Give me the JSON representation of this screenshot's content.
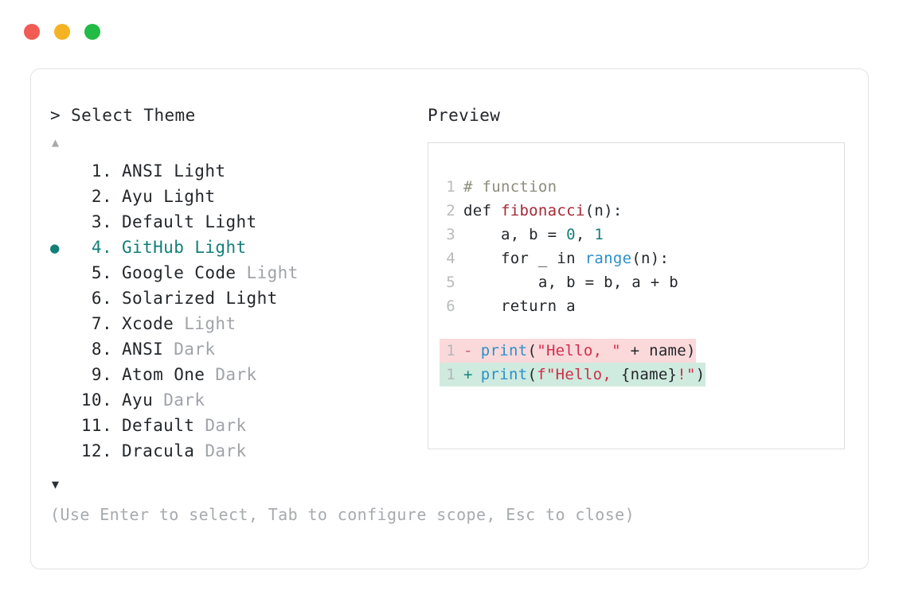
{
  "window": {
    "dots": [
      {
        "name": "close",
        "color": "#f25c54"
      },
      {
        "name": "minimize",
        "color": "#f5b223"
      },
      {
        "name": "maximize",
        "color": "#22bb45"
      }
    ]
  },
  "selector": {
    "prompt_caret": ">",
    "prompt_label": "Select Theme",
    "scroll_up_glyph": "▲",
    "scroll_down_glyph": "▼",
    "selected_bullet": "●",
    "selected_index": 4,
    "items": [
      {
        "index": "1.",
        "name": "ANSI",
        "variant": "Light",
        "variant_dim": false
      },
      {
        "index": "2.",
        "name": "Ayu",
        "variant": "Light",
        "variant_dim": false
      },
      {
        "index": "3.",
        "name": "Default",
        "variant": "Light",
        "variant_dim": false
      },
      {
        "index": "4.",
        "name": "GitHub",
        "variant": "Light",
        "variant_dim": false
      },
      {
        "index": "5.",
        "name": "Google Code",
        "variant": "Light",
        "variant_dim": true
      },
      {
        "index": "6.",
        "name": "Solarized",
        "variant": "Light",
        "variant_dim": false
      },
      {
        "index": "7.",
        "name": "Xcode",
        "variant": "Light",
        "variant_dim": true
      },
      {
        "index": "8.",
        "name": "ANSI",
        "variant": "Dark",
        "variant_dim": true
      },
      {
        "index": "9.",
        "name": "Atom One",
        "variant": "Dark",
        "variant_dim": true
      },
      {
        "index": "10.",
        "name": "Ayu",
        "variant": "Dark",
        "variant_dim": true
      },
      {
        "index": "11.",
        "name": "Default",
        "variant": "Dark",
        "variant_dim": true
      },
      {
        "index": "12.",
        "name": "Dracula",
        "variant": "Dark",
        "variant_dim": true
      }
    ],
    "hint": "(Use Enter to select, Tab to configure scope, Esc to close)"
  },
  "preview": {
    "title": "Preview",
    "code_lines": [
      {
        "number": "1",
        "tokens": [
          {
            "text": "# function",
            "type": "comment"
          }
        ]
      },
      {
        "number": "2",
        "tokens": [
          {
            "text": "def ",
            "type": "plain"
          },
          {
            "text": "fibonacci",
            "type": "func"
          },
          {
            "text": "(n):",
            "type": "plain"
          }
        ]
      },
      {
        "number": "3",
        "tokens": [
          {
            "text": "    a, b = ",
            "type": "plain"
          },
          {
            "text": "0",
            "type": "num"
          },
          {
            "text": ", ",
            "type": "plain"
          },
          {
            "text": "1",
            "type": "num"
          }
        ]
      },
      {
        "number": "4",
        "tokens": [
          {
            "text": "    for _ in ",
            "type": "plain"
          },
          {
            "text": "range",
            "type": "builtin"
          },
          {
            "text": "(n):",
            "type": "plain"
          }
        ]
      },
      {
        "number": "5",
        "tokens": [
          {
            "text": "        a, b = b, a + b",
            "type": "plain"
          }
        ]
      },
      {
        "number": "6",
        "tokens": [
          {
            "text": "    return a",
            "type": "plain"
          }
        ]
      }
    ],
    "diff_lines": [
      {
        "number": "1",
        "marker": "-",
        "kind": "remove",
        "tokens": [
          {
            "text": "print",
            "type": "builtin"
          },
          {
            "text": "(",
            "type": "plain"
          },
          {
            "text": "\"Hello, \"",
            "type": "string"
          },
          {
            "text": " + name)",
            "type": "plain"
          }
        ]
      },
      {
        "number": "1",
        "marker": "+",
        "kind": "add",
        "tokens": [
          {
            "text": "print",
            "type": "builtin"
          },
          {
            "text": "(",
            "type": "plain"
          },
          {
            "text": "f\"Hello, ",
            "type": "string"
          },
          {
            "text": "{name}",
            "type": "plain"
          },
          {
            "text": "!\"",
            "type": "string"
          },
          {
            "text": ")",
            "type": "plain"
          }
        ]
      }
    ]
  },
  "colors": {
    "accent": "#127f78",
    "diff_remove_bg": "#fbd9db",
    "diff_add_bg": "#cfeade",
    "dim_text": "#a0a3a8"
  }
}
